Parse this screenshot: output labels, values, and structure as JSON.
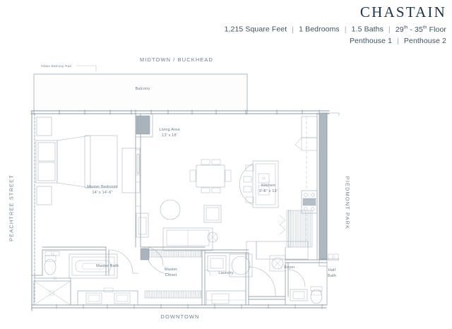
{
  "header": {
    "brand": "CHASTAIN",
    "specs": [
      {
        "text": "1,215 Square Feet"
      },
      {
        "text": "1 Bedrooms"
      },
      {
        "text": "1.5 Baths"
      },
      {
        "text": "29th - 35th Floor",
        "ordinal": true
      }
    ],
    "floor_label_parts": {
      "a": "29",
      "a_sup": "th",
      "dash": "-",
      "b": "35",
      "b_sup": "th",
      "suffix": "Floor"
    },
    "penthouses": [
      "Penthouse 1",
      "Penthouse 2"
    ],
    "separator": "|"
  },
  "orientation": {
    "north": "MIDTOWN / BUCKHEAD",
    "south": "DOWNTOWN",
    "west": "PEACHTREE STREET",
    "east": "PIEDMONT PARK"
  },
  "annotations": {
    "glass_balcony_rail": "Glass Balcony Rail"
  },
  "rooms": [
    {
      "name": "Balcony",
      "dim": ""
    },
    {
      "name": "Living Area",
      "dim": "13' x 18'"
    },
    {
      "name": "Master Bedroom",
      "dim": "14' x 14'-6\""
    },
    {
      "name": "Kitchen",
      "dim": "9'-6\" x 13'"
    },
    {
      "name": "Master Bath",
      "dim": ""
    },
    {
      "name": "Master Closet",
      "dim": ""
    },
    {
      "name": "Laundry",
      "dim": ""
    },
    {
      "name": "Foyer",
      "dim": ""
    },
    {
      "name": "Half Bath",
      "dim": ""
    }
  ],
  "colors": {
    "brand_navy": "#1d3245",
    "spec_text": "#3d4f5d",
    "plan_line": "#9aa7b2",
    "plan_line_dark": "#6f7d88",
    "wall_fill": "#aeb8c0",
    "label_gray": "#6b7b89",
    "edge_label": "#6d7d8b"
  }
}
